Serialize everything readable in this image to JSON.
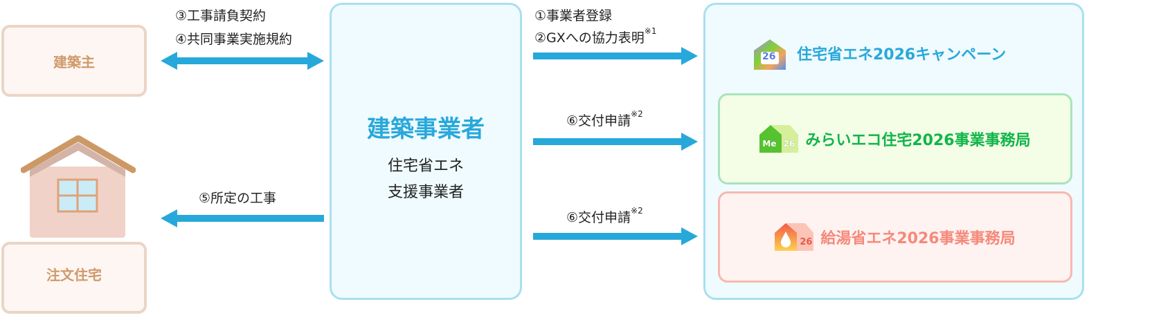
{
  "left": {
    "client": "建築主",
    "house": "注文住宅"
  },
  "arrows": {
    "contract1": "③工事請負契約",
    "contract2": "④共同事業実施規約",
    "construction": "⑤所定の工事",
    "register": "①事業者登録",
    "gx": "②GXへの協力表明",
    "gx_note": "※1",
    "apply1": "⑥交付申請",
    "apply1_note": "※2",
    "apply2": "⑥交付申請",
    "apply2_note": "※2"
  },
  "center": {
    "title": "建築事業者",
    "sub1": "住宅省エネ",
    "sub2": "支援事業者"
  },
  "right": {
    "campaign": "住宅省エネ2026キャンペーン",
    "campaign_icon_text": "26",
    "mirai": "みらいエコ住宅2026事業事務局",
    "mirai_icon_text": "Me 26",
    "kyuto": "給湯省エネ2026事業事務局",
    "kyuto_icon_text": "26"
  },
  "colors": {
    "arrow": "#27a8da",
    "center_title": "#29a8db",
    "mirai": "#10b54a",
    "kyuto": "#f5897a",
    "client": "#cf9a6a"
  }
}
